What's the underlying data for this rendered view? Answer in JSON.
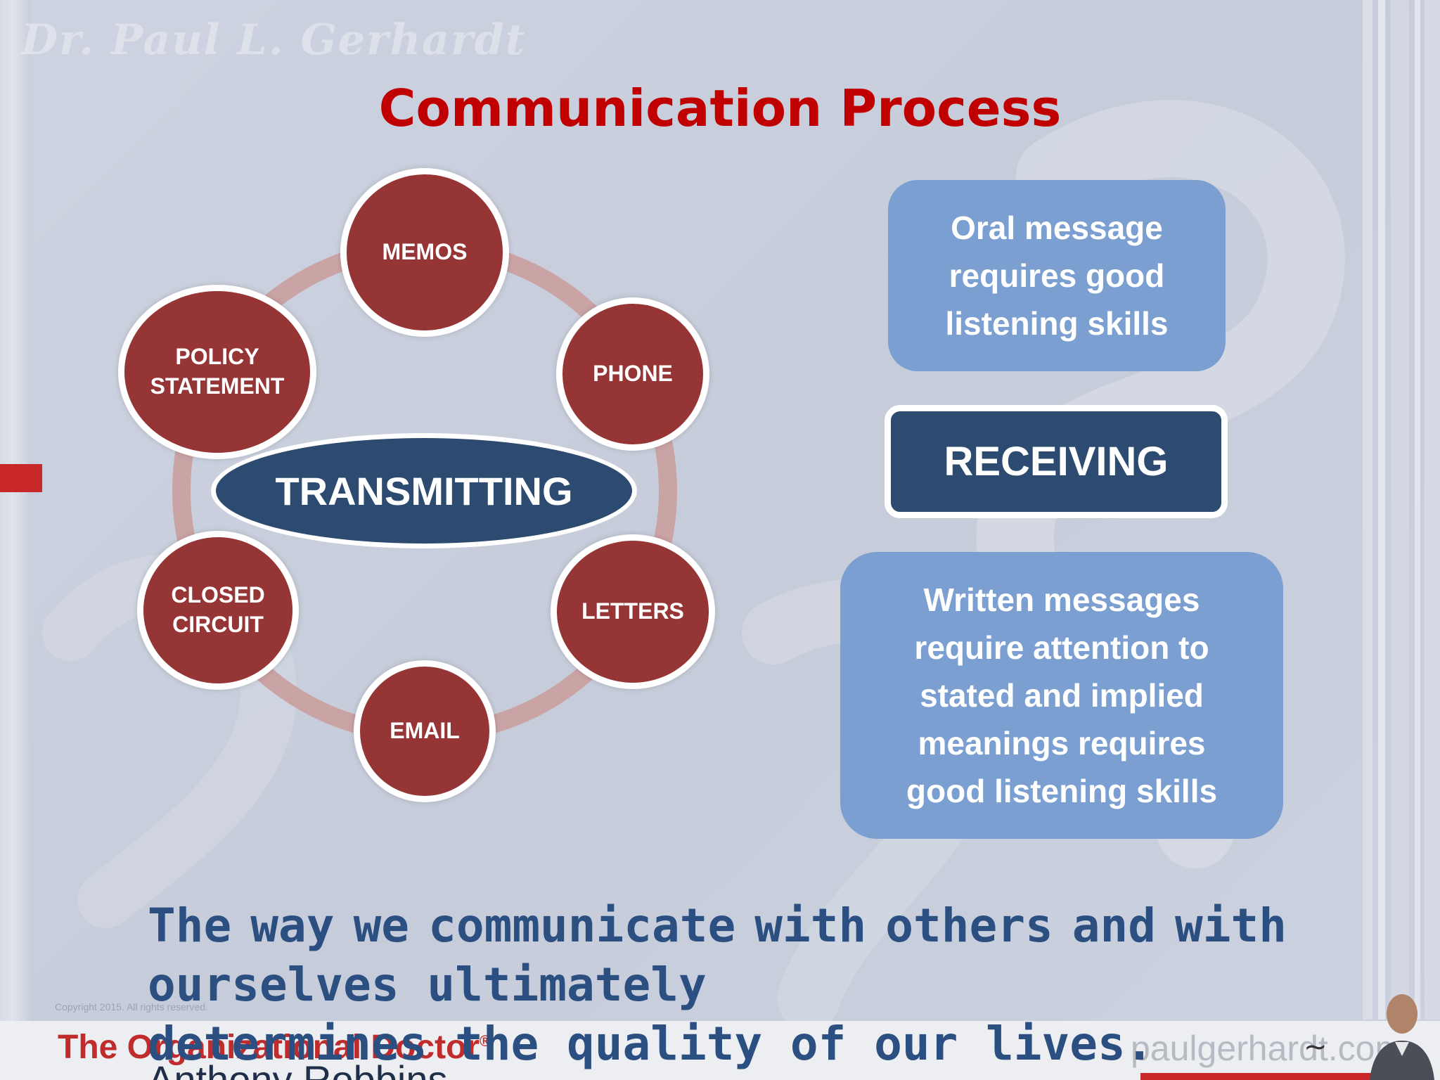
{
  "watermark": {
    "signature": "Dr. Paul L. Gerhardt"
  },
  "title": "Communication Process",
  "diagram": {
    "center": "TRANSMITTING",
    "nodes": {
      "memos": "MEMOS",
      "phone": "PHONE",
      "policy": "POLICY\nSTATEMENT",
      "letters": "LETTERS",
      "closed": "CLOSED\nCIRCUIT",
      "email": "EMAIL"
    }
  },
  "receiving": {
    "oral": "Oral message\nrequires good\nlistening skills",
    "label": "RECEIVING",
    "written": "Written messages\nrequire attention to\nstated and implied\nmeanings requires\ngood listening skills"
  },
  "quote": {
    "words": [
      "The",
      "way",
      "we",
      "communicate",
      "with",
      "others",
      "and",
      "with"
    ],
    "line2": "ourselves ultimately",
    "line3": "determines the quality of our lives.",
    "author": "Anthony Robbins"
  },
  "footer": {
    "brand": "The Organizational Doctor",
    "copyright": "Copyright 2015. All rights reserved.",
    "site": "paulgerhardt.com",
    "tilde": "~"
  },
  "colors": {
    "title": "#c00000",
    "node_fill": "#963535",
    "navy": "#2d4a70",
    "light_box": "#7a9fd0",
    "quote": "#2b4f80"
  }
}
